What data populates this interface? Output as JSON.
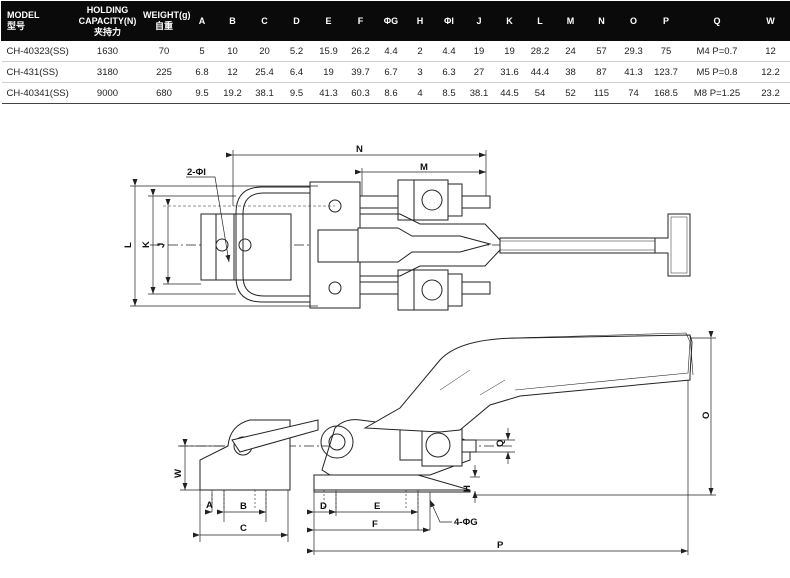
{
  "table": {
    "headers": [
      {
        "line1": "MODEL",
        "line2": "型号"
      },
      {
        "line1": "HOLDING CAPACITY(N)",
        "line2": "夹持力"
      },
      {
        "line1": "WEIGHT(g)",
        "line2": "自重"
      },
      {
        "line1": "A",
        "line2": ""
      },
      {
        "line1": "B",
        "line2": ""
      },
      {
        "line1": "C",
        "line2": ""
      },
      {
        "line1": "D",
        "line2": ""
      },
      {
        "line1": "E",
        "line2": ""
      },
      {
        "line1": "F",
        "line2": ""
      },
      {
        "line1": "ΦG",
        "line2": ""
      },
      {
        "line1": "H",
        "line2": ""
      },
      {
        "line1": "ΦI",
        "line2": ""
      },
      {
        "line1": "J",
        "line2": ""
      },
      {
        "line1": "K",
        "line2": ""
      },
      {
        "line1": "L",
        "line2": ""
      },
      {
        "line1": "M",
        "line2": ""
      },
      {
        "line1": "N",
        "line2": ""
      },
      {
        "line1": "O",
        "line2": ""
      },
      {
        "line1": "P",
        "line2": ""
      },
      {
        "line1": "Q",
        "line2": ""
      },
      {
        "line1": "W",
        "line2": ""
      }
    ],
    "rows": [
      [
        "CH-40323(SS)",
        "1630",
        "70",
        "5",
        "10",
        "20",
        "5.2",
        "15.9",
        "26.2",
        "4.4",
        "2",
        "4.4",
        "19",
        "19",
        "28.2",
        "24",
        "57",
        "29.3",
        "75",
        "M4 P=0.7",
        "12"
      ],
      [
        "CH-431(SS)",
        "3180",
        "225",
        "6.8",
        "12",
        "25.4",
        "6.4",
        "19",
        "39.7",
        "6.7",
        "3",
        "6.3",
        "27",
        "31.6",
        "44.4",
        "38",
        "87",
        "41.3",
        "123.7",
        "M5 P=0.8",
        "12.2"
      ],
      [
        "CH-40341(SS)",
        "9000",
        "680",
        "9.5",
        "19.2",
        "38.1",
        "9.5",
        "41.3",
        "60.3",
        "8.6",
        "4",
        "8.5",
        "38.1",
        "44.5",
        "54",
        "52",
        "115",
        "74",
        "168.5",
        "M8 P=1.25",
        "23.2"
      ]
    ]
  },
  "drawing": {
    "labels": {
      "N": "N",
      "M": "M",
      "holes": "2-ΦI",
      "L": "L",
      "K": "K",
      "J": "J",
      "O": "O",
      "Q": "Q",
      "W": "W",
      "H": "H",
      "A": "A",
      "B": "B",
      "C": "C",
      "D": "D",
      "E": "E",
      "F": "F",
      "G": "4-ΦG",
      "P": "P"
    }
  }
}
